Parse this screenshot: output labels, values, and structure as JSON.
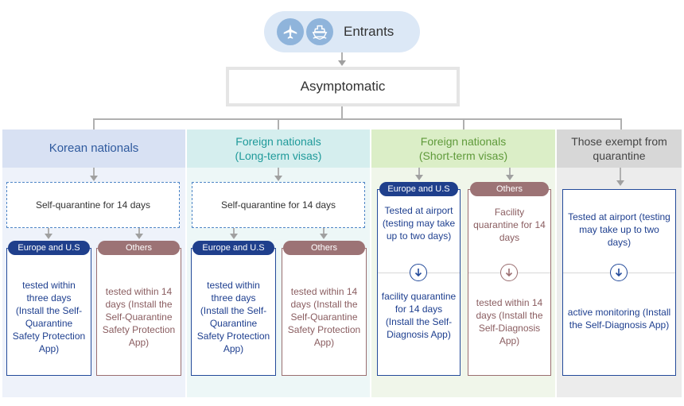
{
  "top": {
    "entrants_label": "Entrants",
    "asymptomatic_label": "Asymptomatic"
  },
  "columns": [
    {
      "header": "Korean nationals",
      "color": "#d8e1f3",
      "header_text_color": "#2f5a9e",
      "self_quarantine": "Self-quarantine for 14 days",
      "europe_us": {
        "pill": "Europe and U.S",
        "text": "tested within three days (Install the Self-Quarantine Safety Protection App)"
      },
      "others": {
        "pill": "Others",
        "text": "tested within 14 days (Install the Self-Quarantine Safety Protection App)"
      }
    },
    {
      "header": "Foreign nationals (Long-term visas)",
      "color": "#d5eeee",
      "header_text_color": "#1f9a9a",
      "self_quarantine": "Self-quarantine for 14 days",
      "europe_us": {
        "pill": "Europe and U.S",
        "text": "tested within three days (Install the Self-Quarantine Safety Protection App)"
      },
      "others": {
        "pill": "Others",
        "text": "tested within 14 days (Install the Self-Quarantine Safety Protection App)"
      }
    },
    {
      "header": "Foreign nationals (Short-term visas)",
      "color": "#dbeec7",
      "header_text_color": "#5f9a3a",
      "europe_us": {
        "pill": "Europe and U.S",
        "top": "Tested at airport (testing may take up to two days)",
        "bottom": "facility quarantine for 14 days (Install the Self-Diagnosis App)"
      },
      "others": {
        "pill": "Others",
        "top": "Facility quarantine for 14 days",
        "bottom": "tested within 14 days (Install the Self-Diagnosis App)"
      }
    },
    {
      "header": "Those exempt from quarantine",
      "color": "#d7d7d7",
      "header_text_color": "#444444",
      "exempt": {
        "top": "Tested at airport (testing may take up to two days)",
        "bottom": "active monitoring (Install the Self-Diagnosis App)"
      }
    }
  ],
  "icons": {
    "plane": "airplane-icon",
    "ship": "ship-icon",
    "arrow": "arrow-down-circle-icon"
  }
}
